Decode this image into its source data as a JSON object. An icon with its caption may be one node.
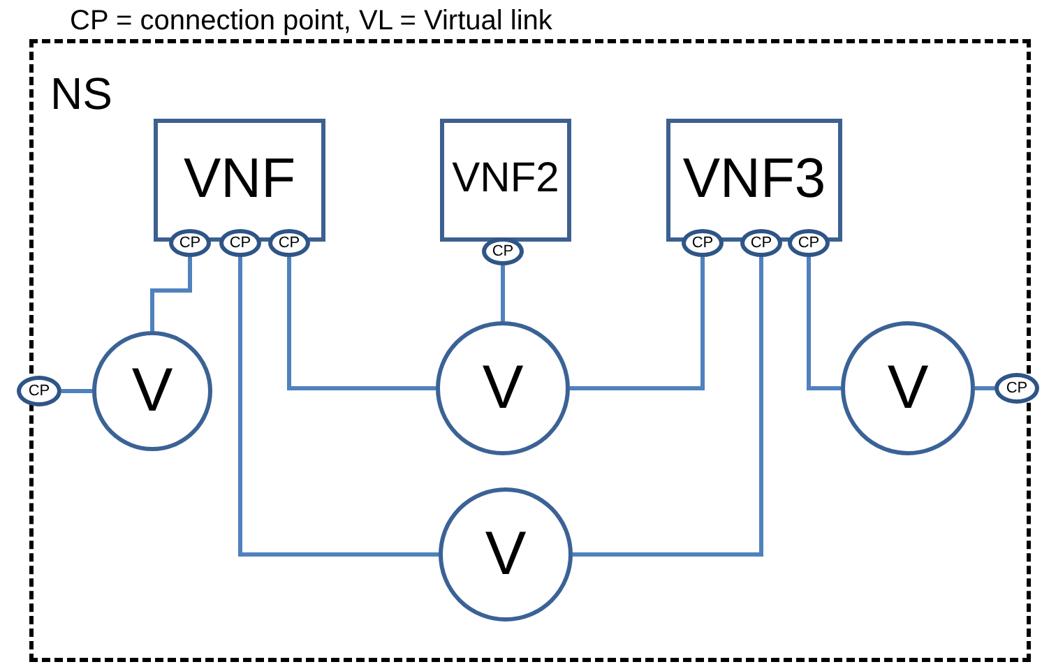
{
  "diagram": {
    "nodes": [
      {
        "text": [
          "NS"
        ]
      },
      {
        "text": [
          "VNF"
        ],
        "in": 0
      },
      {
        "text": [
          "VNF2"
        ],
        "in": 0
      },
      {
        "text": [
          "VNF3"
        ],
        "in": 0
      },
      {
        "text": [
          "CP"
        ],
        "in": 0
      },
      {
        "text": [
          "CP"
        ],
        "in": 0
      },
      {
        "text": [
          "CP"
        ],
        "in": 0
      },
      {
        "text": [
          "CP"
        ],
        "in": 0
      },
      {
        "text": [
          "CP"
        ],
        "in": 0
      },
      {
        "text": [
          "CP"
        ],
        "in": 0
      },
      {
        "text": [
          "CP"
        ],
        "in": 0
      },
      {
        "text": [
          "CP"
        ]
      },
      {
        "text": [
          "V"
        ],
        "in": 0
      },
      {
        "text": [
          "V"
        ],
        "in": 0
      },
      {
        "text": [
          "V"
        ],
        "in": 0
      },
      {
        "text": [
          "CP"
        ]
      },
      {
        "text": [
          "V"
        ],
        "in": 0
      }
    ],
    "edges": [
      {
        "from": 4,
        "to": 12,
        "arrow": "none"
      },
      {
        "from": 5,
        "to": 16,
        "arrow": "none"
      },
      {
        "from": 6,
        "to": 13,
        "arrow": "none"
      },
      {
        "from": 7,
        "to": 13,
        "arrow": "none"
      },
      {
        "from": 8,
        "to": 13,
        "arrow": "none"
      },
      {
        "from": 9,
        "to": 16,
        "arrow": "none"
      },
      {
        "from": 10,
        "to": 14,
        "arrow": "none"
      },
      {
        "from": 11,
        "to": 12,
        "arrow": "none"
      },
      {
        "from": 14,
        "to": 15,
        "arrow": "none"
      }
    ],
    "labels": [
      "CP = connection point, VL = Virtual link"
    ]
  }
}
